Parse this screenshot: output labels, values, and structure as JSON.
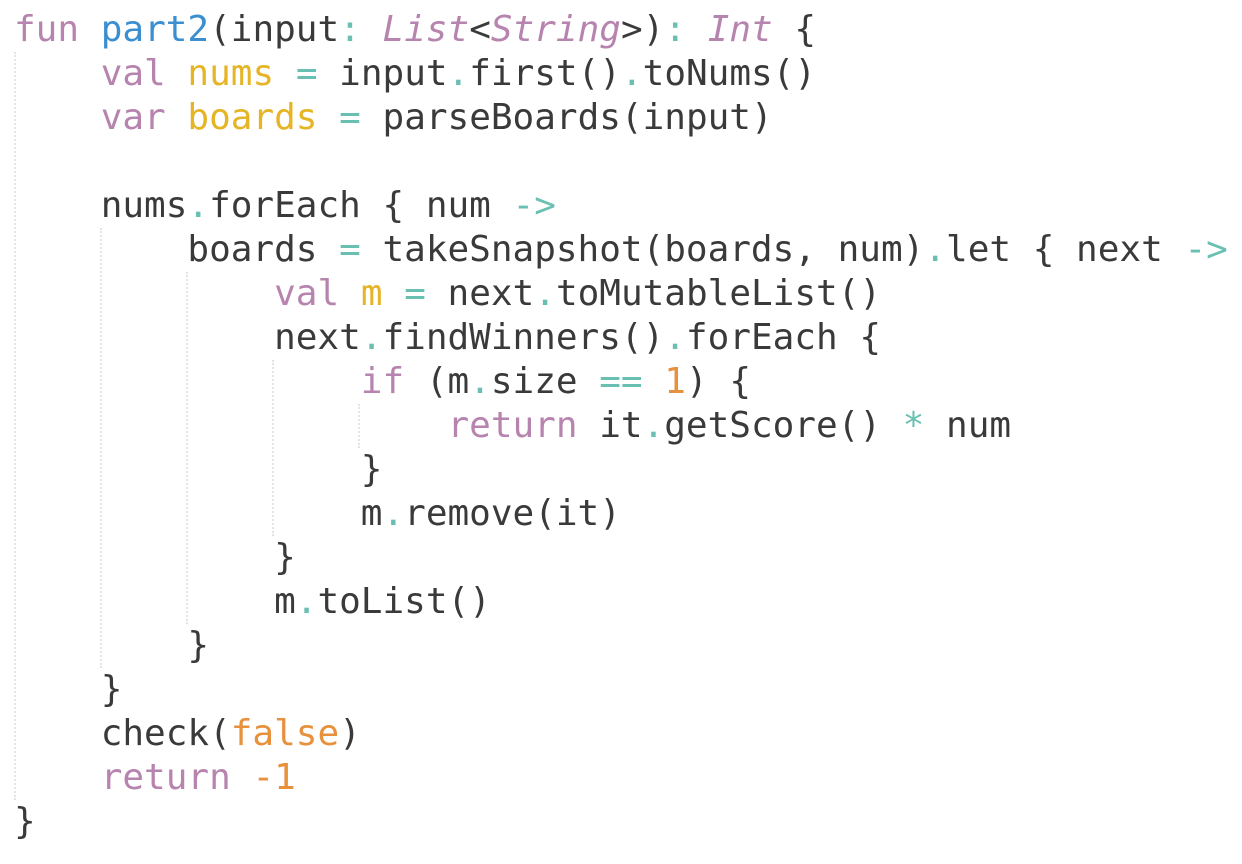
{
  "colors": {
    "keyword": "#b684ae",
    "function": "#3b8fd0",
    "type": "#b684ae",
    "variable": "#e6b526",
    "operator": "#6abfb3",
    "number": "#e8913c",
    "text": "#3a3a3a",
    "background": "#ffffff"
  },
  "code": {
    "lines": [
      [
        {
          "t": "kw",
          "v": "fun"
        },
        {
          "t": "tx",
          "v": " "
        },
        {
          "t": "fn",
          "v": "part2"
        },
        {
          "t": "tx",
          "v": "(input"
        },
        {
          "t": "op",
          "v": ":"
        },
        {
          "t": "tx",
          "v": " "
        },
        {
          "t": "ty",
          "v": "List"
        },
        {
          "t": "tx",
          "v": "<"
        },
        {
          "t": "ty",
          "v": "String"
        },
        {
          "t": "tx",
          "v": ">)"
        },
        {
          "t": "op",
          "v": ":"
        },
        {
          "t": "tx",
          "v": " "
        },
        {
          "t": "ty",
          "v": "Int"
        },
        {
          "t": "tx",
          "v": " {"
        }
      ],
      [
        {
          "t": "tx",
          "v": "    "
        },
        {
          "t": "kw",
          "v": "val"
        },
        {
          "t": "tx",
          "v": " "
        },
        {
          "t": "vr",
          "v": "nums"
        },
        {
          "t": "tx",
          "v": " "
        },
        {
          "t": "op",
          "v": "="
        },
        {
          "t": "tx",
          "v": " input"
        },
        {
          "t": "op",
          "v": "."
        },
        {
          "t": "tx",
          "v": "first()"
        },
        {
          "t": "op",
          "v": "."
        },
        {
          "t": "tx",
          "v": "toNums()"
        }
      ],
      [
        {
          "t": "tx",
          "v": "    "
        },
        {
          "t": "kw",
          "v": "var"
        },
        {
          "t": "tx",
          "v": " "
        },
        {
          "t": "vr",
          "v": "boards"
        },
        {
          "t": "tx",
          "v": " "
        },
        {
          "t": "op",
          "v": "="
        },
        {
          "t": "tx",
          "v": " parseBoards(input)"
        }
      ],
      [],
      [
        {
          "t": "tx",
          "v": "    nums"
        },
        {
          "t": "op",
          "v": "."
        },
        {
          "t": "tx",
          "v": "forEach { num "
        },
        {
          "t": "op",
          "v": "->"
        }
      ],
      [
        {
          "t": "tx",
          "v": "        boards "
        },
        {
          "t": "op",
          "v": "="
        },
        {
          "t": "tx",
          "v": " takeSnapshot(boards, num)"
        },
        {
          "t": "op",
          "v": "."
        },
        {
          "t": "tx",
          "v": "let { next "
        },
        {
          "t": "op",
          "v": "->"
        }
      ],
      [
        {
          "t": "tx",
          "v": "            "
        },
        {
          "t": "kw",
          "v": "val"
        },
        {
          "t": "tx",
          "v": " "
        },
        {
          "t": "vr",
          "v": "m"
        },
        {
          "t": "tx",
          "v": " "
        },
        {
          "t": "op",
          "v": "="
        },
        {
          "t": "tx",
          "v": " next"
        },
        {
          "t": "op",
          "v": "."
        },
        {
          "t": "tx",
          "v": "toMutableList()"
        }
      ],
      [
        {
          "t": "tx",
          "v": "            next"
        },
        {
          "t": "op",
          "v": "."
        },
        {
          "t": "tx",
          "v": "findWinners()"
        },
        {
          "t": "op",
          "v": "."
        },
        {
          "t": "tx",
          "v": "forEach {"
        }
      ],
      [
        {
          "t": "tx",
          "v": "                "
        },
        {
          "t": "kw",
          "v": "if"
        },
        {
          "t": "tx",
          "v": " (m"
        },
        {
          "t": "op",
          "v": "."
        },
        {
          "t": "tx",
          "v": "size "
        },
        {
          "t": "op",
          "v": "=="
        },
        {
          "t": "tx",
          "v": " "
        },
        {
          "t": "nm",
          "v": "1"
        },
        {
          "t": "tx",
          "v": ") {"
        }
      ],
      [
        {
          "t": "tx",
          "v": "                    "
        },
        {
          "t": "kw",
          "v": "return"
        },
        {
          "t": "tx",
          "v": " it"
        },
        {
          "t": "op",
          "v": "."
        },
        {
          "t": "tx",
          "v": "getScore() "
        },
        {
          "t": "op",
          "v": "*"
        },
        {
          "t": "tx",
          "v": " num"
        }
      ],
      [
        {
          "t": "tx",
          "v": "                }"
        }
      ],
      [
        {
          "t": "tx",
          "v": "                m"
        },
        {
          "t": "op",
          "v": "."
        },
        {
          "t": "tx",
          "v": "remove(it)"
        }
      ],
      [
        {
          "t": "tx",
          "v": "            }"
        }
      ],
      [
        {
          "t": "tx",
          "v": "            m"
        },
        {
          "t": "op",
          "v": "."
        },
        {
          "t": "tx",
          "v": "toList()"
        }
      ],
      [
        {
          "t": "tx",
          "v": "        }"
        }
      ],
      [
        {
          "t": "tx",
          "v": "    }"
        }
      ],
      [
        {
          "t": "tx",
          "v": "    check("
        },
        {
          "t": "nm",
          "v": "false"
        },
        {
          "t": "tx",
          "v": ")"
        }
      ],
      [
        {
          "t": "tx",
          "v": "    "
        },
        {
          "t": "kw",
          "v": "return"
        },
        {
          "t": "tx",
          "v": " "
        },
        {
          "t": "nm",
          "v": "-1"
        }
      ],
      [
        {
          "t": "tx",
          "v": "}"
        }
      ]
    ]
  }
}
